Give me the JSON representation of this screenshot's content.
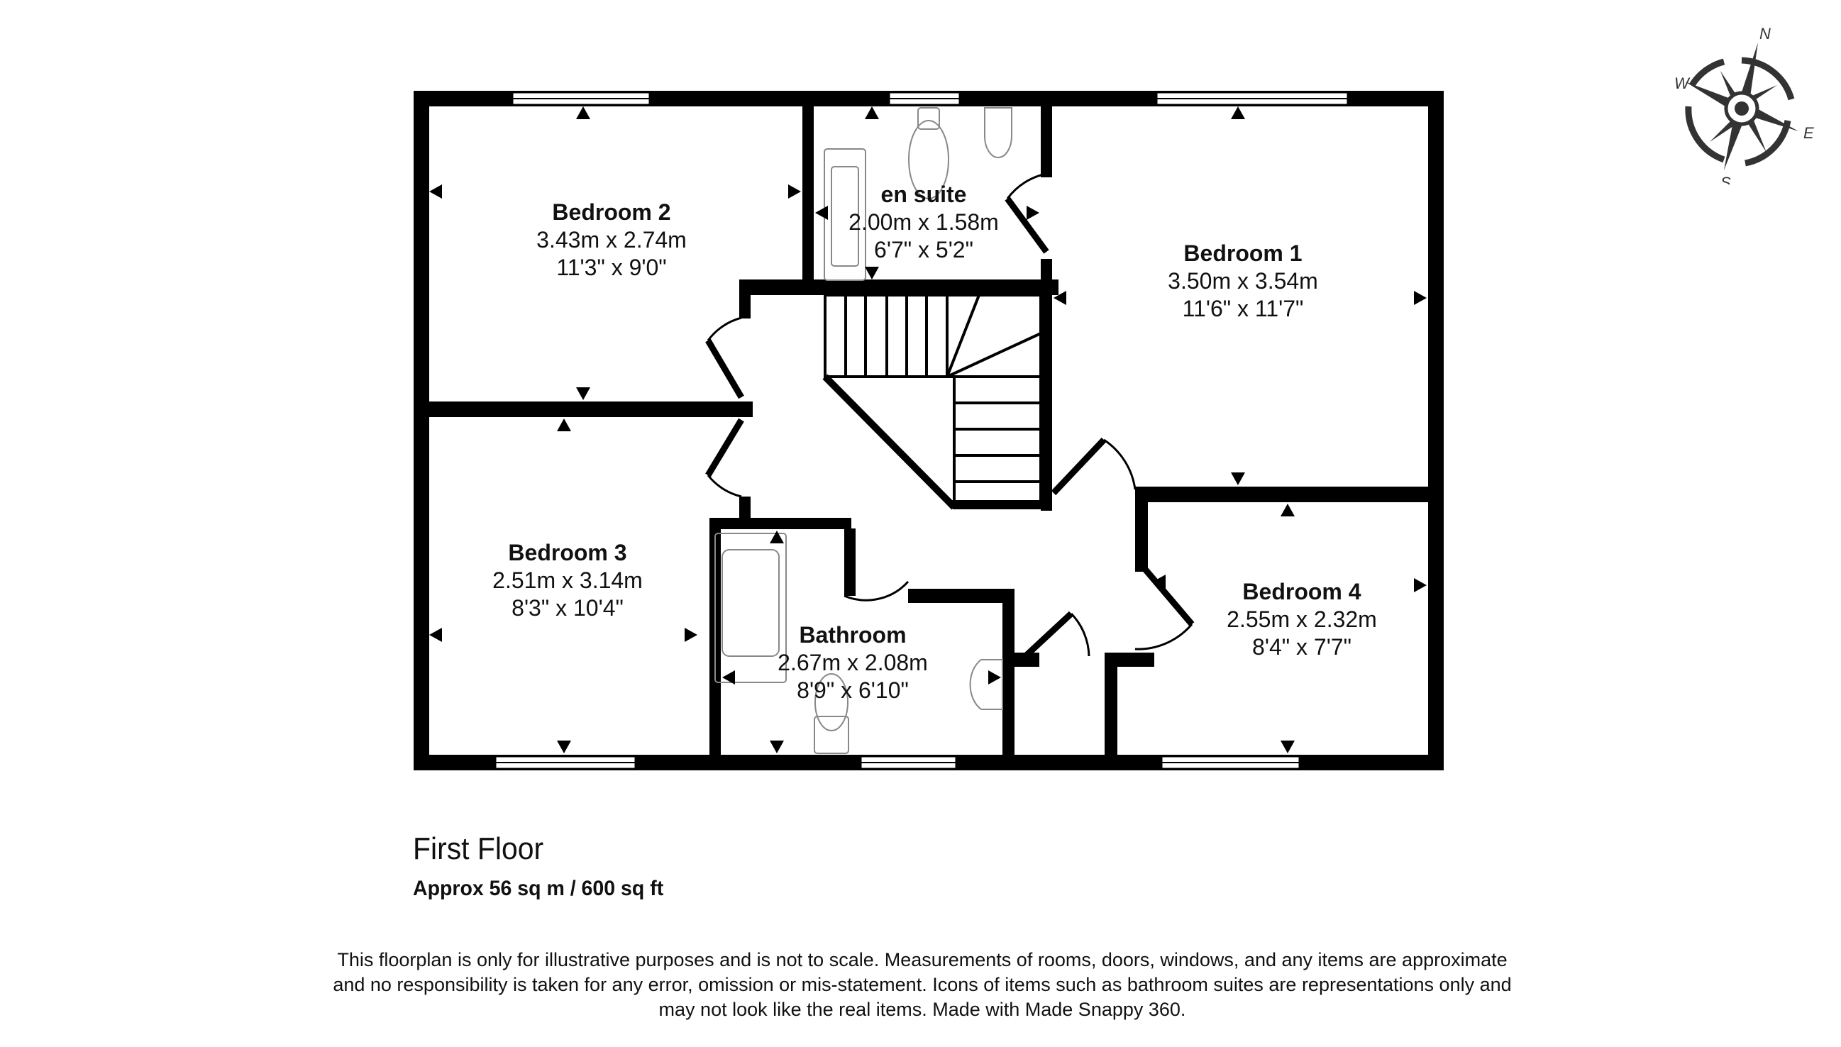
{
  "floor": {
    "title": "First Floor",
    "area": "Approx 56 sq m / 600 sq ft"
  },
  "rooms": [
    {
      "name": "Bedroom 2",
      "metric": "3.43m x 2.74m",
      "imperial": "11'3\" x 9'0\""
    },
    {
      "name": "en suite",
      "metric": "2.00m x 1.58m",
      "imperial": "6'7\" x 5'2\""
    },
    {
      "name": "Bedroom 1",
      "metric": "3.50m x 3.54m",
      "imperial": "11'6\" x 11'7\""
    },
    {
      "name": "Bedroom 3",
      "metric": "2.51m x 3.14m",
      "imperial": "8'3\" x 10'4\""
    },
    {
      "name": "Bathroom",
      "metric": "2.67m x 2.08m",
      "imperial": "8'9\" x 6'10\""
    },
    {
      "name": "Bedroom 4",
      "metric": "2.55m x 2.32m",
      "imperial": "8'4\" x 7'7\""
    }
  ],
  "compass": {
    "n": "N",
    "e": "E",
    "s": "S",
    "w": "W",
    "icon": "compass-rose-icon"
  },
  "disclaimer": {
    "line1": "This floorplan is only for illustrative purposes and is not to scale. Measurements of rooms, doors, windows, and any items are approximate",
    "line2": "and no responsibility is taken for any error, omission or mis-statement. Icons of items such as bathroom suites are representations only and",
    "line3": "may not look like the real items. Made with Made Snappy 360."
  },
  "colors": {
    "wall": "#000000",
    "fixture": "#888888",
    "background": "#ffffff",
    "compass": "#333333"
  }
}
